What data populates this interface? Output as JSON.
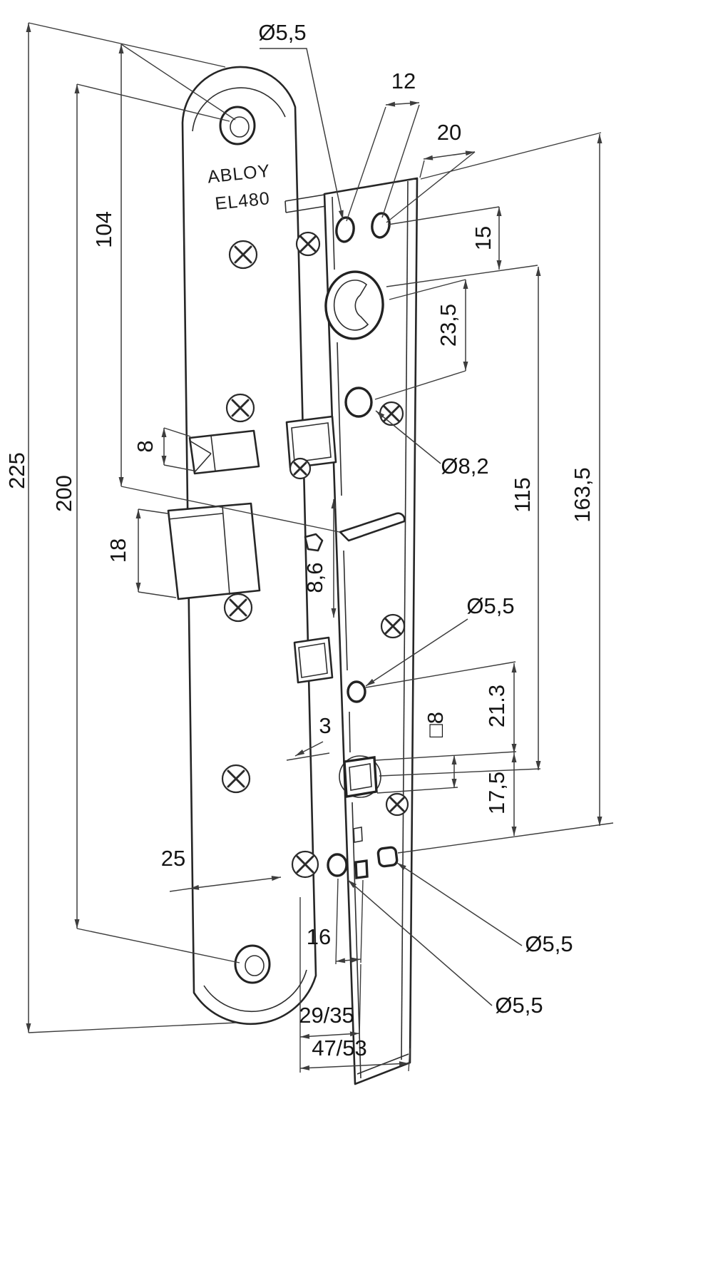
{
  "brand": {
    "line1": "ABLOY",
    "line2": "EL480"
  },
  "dims": {
    "overall_height": "225",
    "hole_spacing": "200",
    "upper_span": "104",
    "latch_height": "8",
    "bolt_height": "18",
    "offset_25": "25",
    "top_hole_dia": "Ø5,5",
    "top_holes_gap": "12",
    "top_backset": "20",
    "top_offset_15": "15",
    "cyl_spacing_23_5": "23,5",
    "hole_dia_8_2": "Ø8,2",
    "centers_115": "115",
    "span_163_5": "163,5",
    "offset_8_6": "8,6",
    "mid_hole_dia": "Ø5,5",
    "spacing_21_3": "21.3",
    "spindle_square": "□8",
    "gap_3": "3",
    "spacing_17_5": "17,5",
    "offset_16": "16",
    "depth_29_35": "29/35",
    "bottom_hole_dia_upper": "Ø5,5",
    "bottom_hole_dia_lower": "Ø5,5",
    "depth_47_53": "47/53"
  }
}
